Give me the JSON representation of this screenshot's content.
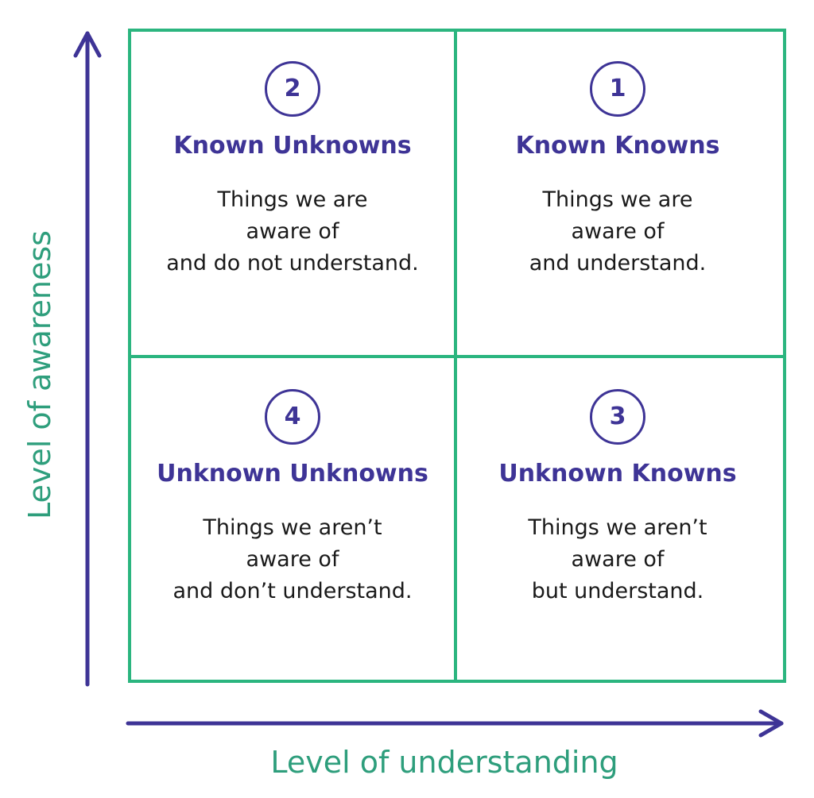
{
  "axes": {
    "y_label": "Level of awareness",
    "x_label": "Level of understanding"
  },
  "quadrants": [
    {
      "number": "2",
      "title": "Known Unknowns",
      "lines": [
        "Things we are",
        "aware of",
        "and do not understand."
      ]
    },
    {
      "number": "1",
      "title": "Known Knowns",
      "lines": [
        "Things we are",
        "aware of",
        "and understand."
      ]
    },
    {
      "number": "4",
      "title": "Unknown Unknowns",
      "lines": [
        "Things we aren’t",
        "aware of",
        "and don’t understand."
      ]
    },
    {
      "number": "3",
      "title": "Unknown Knowns",
      "lines": [
        "Things we aren’t",
        "aware of",
        "but understand."
      ]
    }
  ],
  "colors": {
    "grid": "#2bb57f",
    "axis_arrow": "#3e3496",
    "heading": "#3e3496",
    "axis_label": "#2e9e7c",
    "body_text": "#1a1a1a"
  }
}
